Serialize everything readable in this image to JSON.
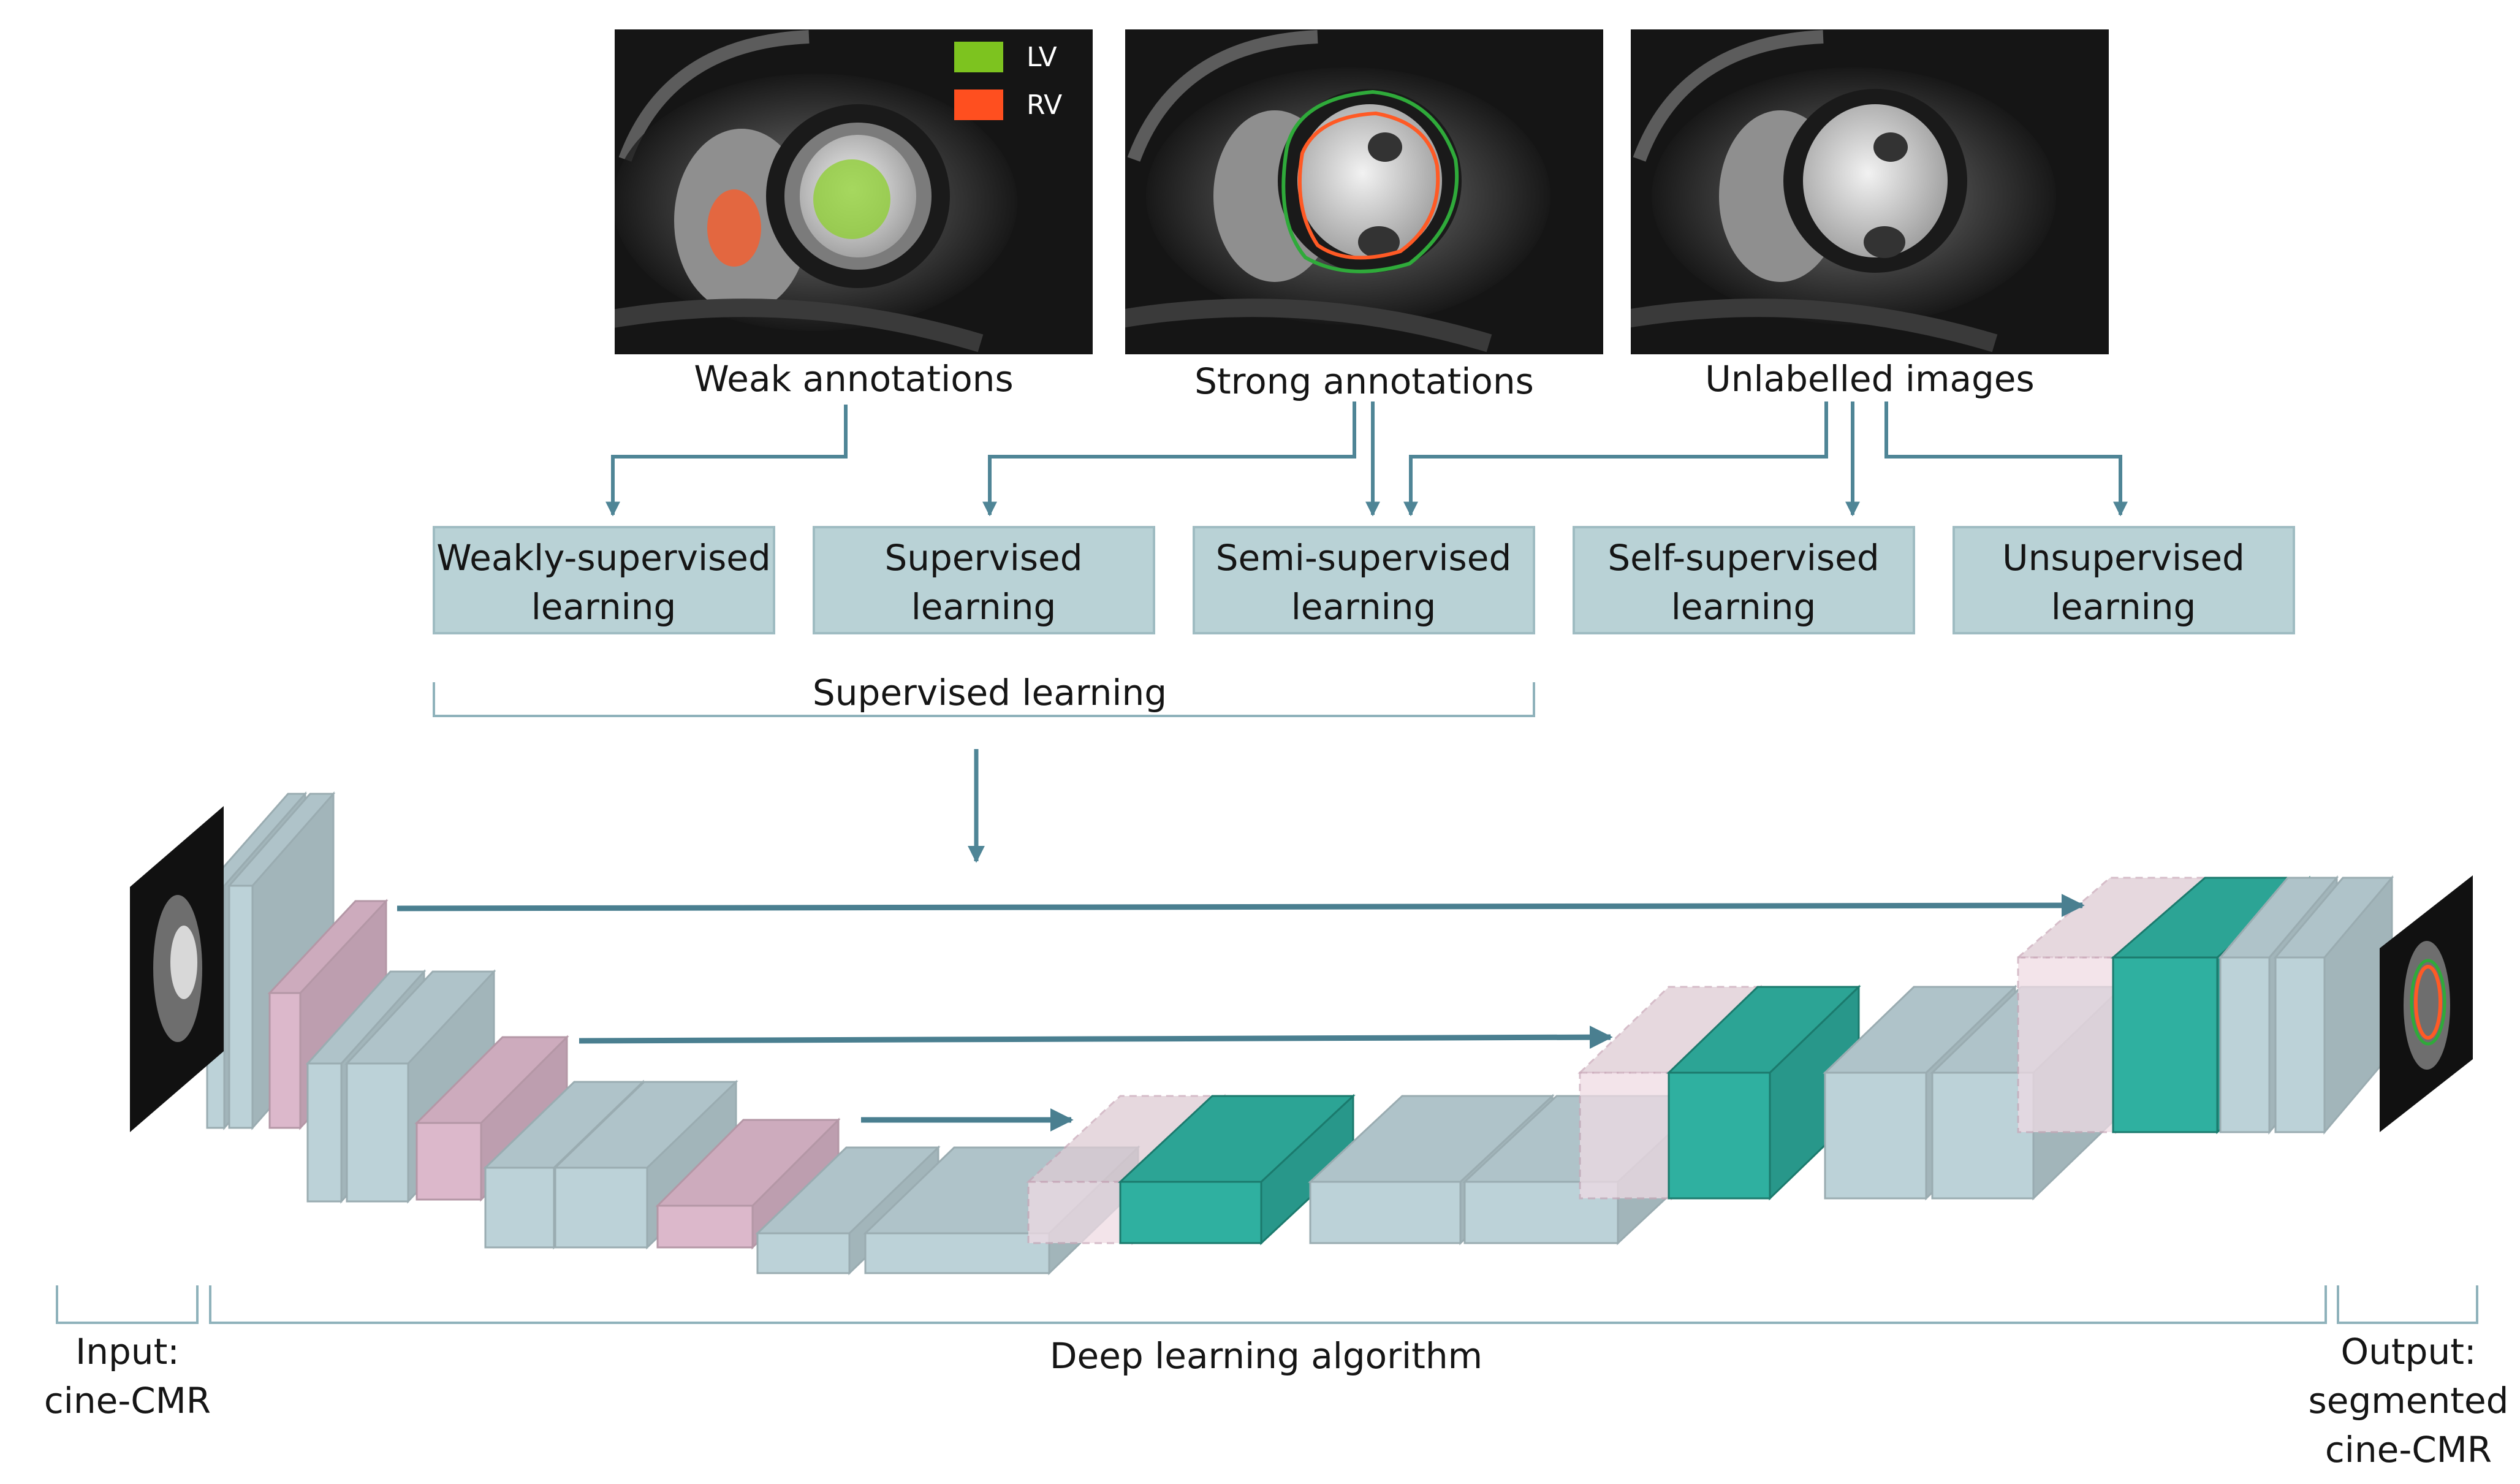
{
  "legend": {
    "items": [
      {
        "label": "LV",
        "color": "#7dc31f"
      },
      {
        "label": "RV",
        "color": "#ff4f1f"
      }
    ]
  },
  "images": [
    {
      "caption": "Weak annotations"
    },
    {
      "caption": "Strong annotations"
    },
    {
      "caption": "Unlabelled images"
    }
  ],
  "paradigms": [
    {
      "line1": "Weakly-supervised",
      "line2": "learning"
    },
    {
      "line1": "Supervised",
      "line2": "learning"
    },
    {
      "line1": "Semi-supervised",
      "line2": "learning"
    },
    {
      "line1": "Self-supervised",
      "line2": "learning"
    },
    {
      "line1": "Unsupervised",
      "line2": "learning"
    }
  ],
  "group_label": "Supervised learning",
  "bottom": {
    "input": {
      "line1": "Input:",
      "line2": "cine-CMR"
    },
    "algorithm": "Deep learning algorithm",
    "output": {
      "line1": "Output:",
      "line2": "segmented",
      "line3": "cine-CMR"
    }
  },
  "colors": {
    "box_fill": "#b9d2d6",
    "arrow": "#4f8596",
    "encoder_block": "#bcd2d8",
    "pool_block": "#dcb8cb",
    "decoder_block": "#2fb0a0",
    "upsample_ghost": "#efdbe4"
  }
}
